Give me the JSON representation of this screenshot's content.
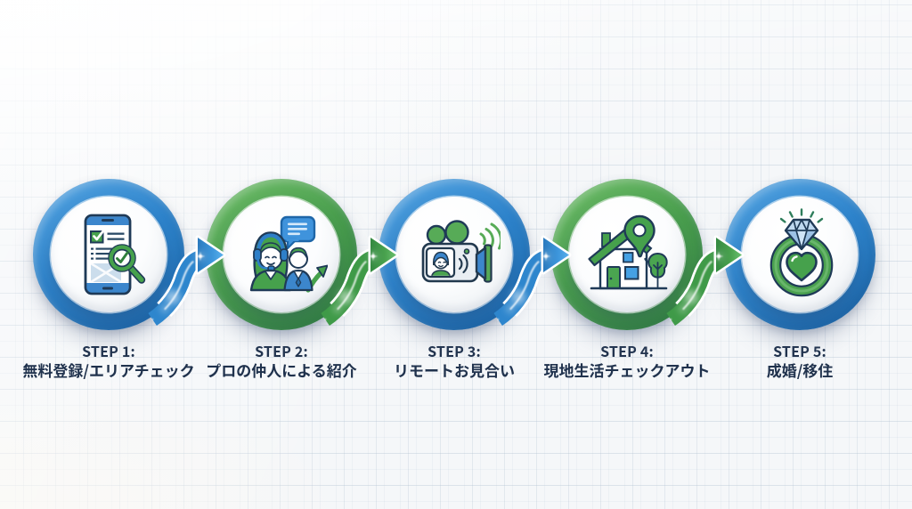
{
  "colors": {
    "blue": "#2E84CC",
    "green": "#4A9F4E",
    "text": "#20324D",
    "background": "#F5F7F9"
  },
  "steps": [
    {
      "step": "STEP 1:",
      "label": "無料登録/エリアチェック",
      "ring_color": "blue",
      "icon": "smartphone-area-check"
    },
    {
      "step": "STEP 2:",
      "label": "プロの仲人による紹介",
      "ring_color": "green",
      "icon": "matchmaker-introduction"
    },
    {
      "step": "STEP 3:",
      "label": "リモートお見合い",
      "ring_color": "blue",
      "icon": "remote-video-meeting"
    },
    {
      "step": "STEP 4:",
      "label": "現地生活チェックアウト",
      "ring_color": "green",
      "icon": "local-life-house-pin"
    },
    {
      "step": "STEP 5:",
      "label": "成婚/移住",
      "ring_color": "blue",
      "icon": "marriage-ring-heart"
    }
  ],
  "arrows": [
    {
      "from": 1,
      "to": 2,
      "color": "blue"
    },
    {
      "from": 2,
      "to": 3,
      "color": "green"
    },
    {
      "from": 3,
      "to": 4,
      "color": "blue"
    },
    {
      "from": 4,
      "to": 5,
      "color": "green"
    }
  ]
}
